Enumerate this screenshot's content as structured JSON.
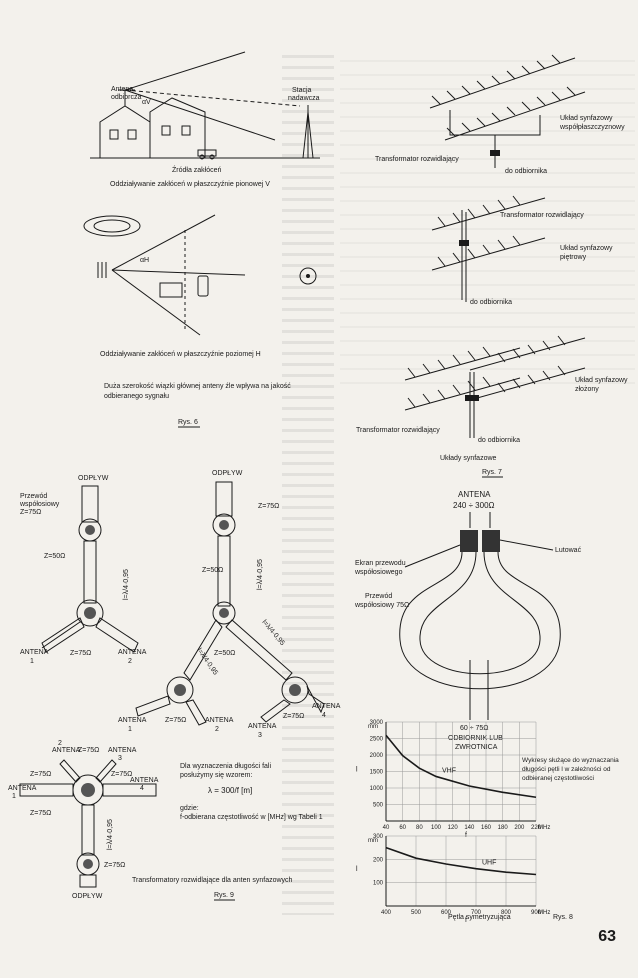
{
  "fig6": {
    "label_antenna": "Antena",
    "label_antenna2": "odbiorcza",
    "label_alpha_v": "αV",
    "label_station": "Stacja",
    "label_station2": "nadawcza",
    "label_source": "Źródła zakłóceń",
    "caption_v": "Oddziaływanie zakłóceń w płaszczyźnie pionowej V",
    "label_alpha_h": "αH",
    "caption_h": "Oddziaływanie zakłóceń w płaszczyźnie poziomej H",
    "note_line1": "Duża szerokość wiązki głównej anteny źle wpływa na jakość",
    "note_line2": "odbieranego sygnału",
    "ref": "Rys. 6"
  },
  "fig7": {
    "lbl_horizontal": "Układ synfazowy",
    "lbl_horizontal2": "współpłaszczyznowy",
    "lbl_transformer": "Transformator rozwidlający",
    "lbl_to_receiver": "do odbiornika",
    "lbl_stacked": "Układ synfazowy",
    "lbl_stacked2": "piętrowy",
    "lbl_complex": "Układ synfazowy",
    "lbl_complex2": "złożony",
    "caption": "Układy synfazowe",
    "ref": "Rys. 7"
  },
  "fig8": {
    "antenna": "ANTENA",
    "antenna_imp": "240 ÷ 300Ω",
    "screen": "Ekran przewodu",
    "screen2": "współosiowego",
    "solder": "Lutować",
    "coax": "Przewód",
    "coax2": "współosiowy 75Ω",
    "out_imp": "60 ÷ 75Ω",
    "receiver": "ODBIORNIK LUB",
    "receiver2": "ZWROTNICA",
    "chart_note1": "Wykresy służące do wyznaczania",
    "chart_note2": "długości pętli l w zależności od",
    "chart_note3": "odbieranej częstotliwości",
    "loop_caption": "Pętla symetryzująca",
    "ref": "Rys. 8"
  },
  "fig9": {
    "outflow": "ODPŁYW",
    "coax": "Przewód",
    "coax2": "współosiowy",
    "z75": "Z=75Ω",
    "z50": "Z=50Ω",
    "len_formula": "l=λ/4·0,95",
    "antenna": "ANTENA",
    "a1": "1",
    "a2": "2",
    "a3": "3",
    "a4": "4",
    "formula_intro1": "Dla wyznaczenia długości fali",
    "formula_intro2": "posłużymy się wzorem:",
    "formula": "λ = 300/f [m]",
    "where": "gdzie:",
    "where_def": "f-odbierana częstotliwość w [MHz] wg Tabeli 1",
    "caption": "Transformatory rozwidlające dla anten synfazowych",
    "ref": "Rys. 9"
  },
  "page_number": "63",
  "chart_data": [
    {
      "type": "line",
      "title": "",
      "series": [
        {
          "name": "VHF",
          "x": [
            40,
            60,
            80,
            100,
            140,
            180,
            220
          ],
          "values": [
            2600,
            1980,
            1600,
            1350,
            1060,
            870,
            720
          ]
        }
      ],
      "xlabel": "f",
      "xunit": "MHz",
      "ylabel": "l",
      "yunit": "mm",
      "xticks": [
        40,
        60,
        80,
        100,
        120,
        140,
        160,
        180,
        200,
        220
      ],
      "yticks": [
        500,
        1000,
        1500,
        2000,
        2500,
        3000
      ],
      "xlim": [
        40,
        220
      ],
      "ylim": [
        0,
        3000
      ],
      "grid": true
    },
    {
      "type": "line",
      "title": "",
      "series": [
        {
          "name": "UHF",
          "x": [
            400,
            500,
            600,
            700,
            800,
            900
          ],
          "values": [
            250,
            205,
            180,
            160,
            145,
            135
          ]
        }
      ],
      "xlabel": "f",
      "xunit": "MHz",
      "ylabel": "l",
      "yunit": "mm",
      "xticks": [
        400,
        500,
        600,
        700,
        800,
        900
      ],
      "yticks": [
        100,
        200,
        300
      ],
      "xlim": [
        400,
        900
      ],
      "ylim": [
        0,
        300
      ],
      "grid": true
    }
  ]
}
